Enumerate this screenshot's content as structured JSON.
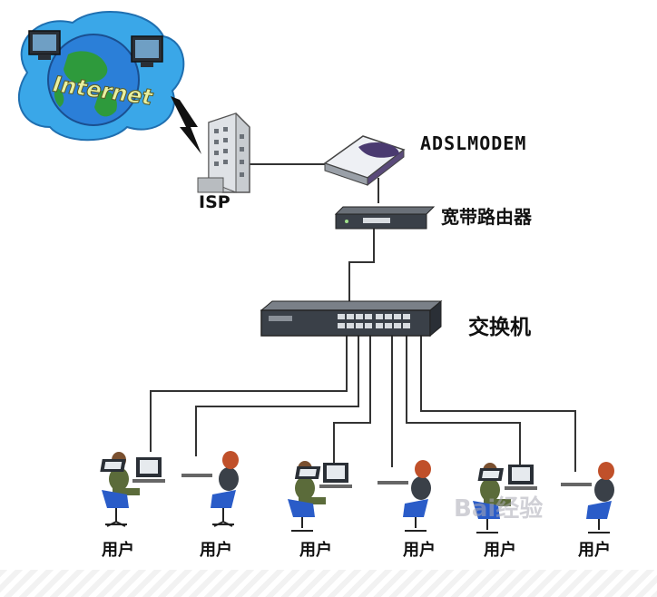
{
  "labels": {
    "internet": "Internet",
    "isp": "ISP",
    "modem": "ADSLMODEM",
    "router": "宽带路由器",
    "switch": "交换机",
    "watermark": "Bai经验"
  },
  "users": [
    "用户",
    "用户",
    "用户",
    "用户",
    "用户",
    "用户"
  ],
  "colors": {
    "globe_ocean": "#2b7fd8",
    "globe_land": "#2e9a3c",
    "cloud": "#3aa7e8",
    "device_dark": "#3a4048",
    "chair": "#2a5cc8",
    "suit": "#5b6b3a",
    "hair_female": "#c0502a"
  }
}
